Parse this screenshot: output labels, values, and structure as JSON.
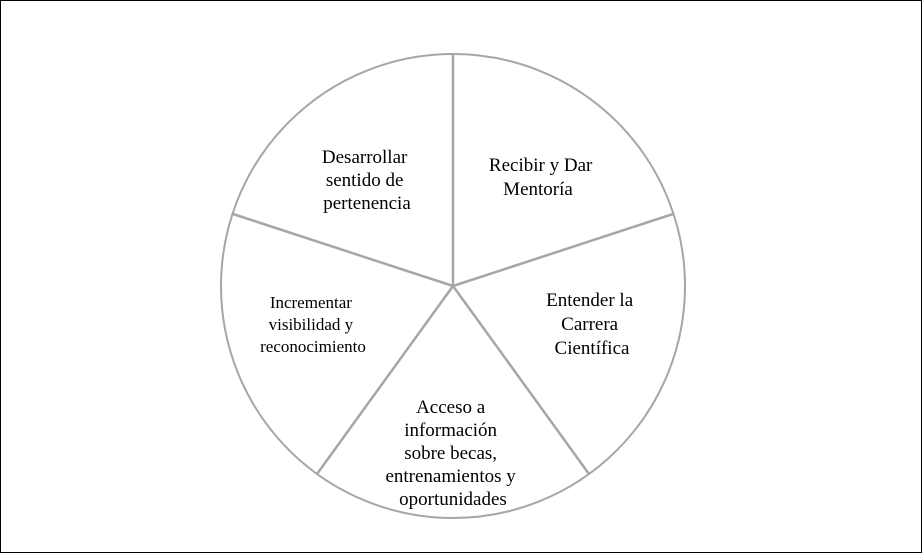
{
  "diagram": {
    "type": "segmented-circle",
    "outline_color": "#a6a6a6",
    "text_color": "#000000",
    "background": "#ffffff",
    "segments": [
      {
        "id": "recibir-mentoria",
        "lines": [
          "Recibir y Dar",
          "Mentoría"
        ]
      },
      {
        "id": "entender-carrera",
        "lines": [
          "Entender la",
          "Carrera",
          "Científica"
        ]
      },
      {
        "id": "acceso-informacion",
        "lines": [
          "Acceso a",
          "información",
          "sobre becas,",
          "entrenamientos y",
          "oportunidades"
        ]
      },
      {
        "id": "incrementar-visibilidad",
        "lines": [
          "Incrementar",
          "visibilidad y",
          "reconocimiento"
        ]
      },
      {
        "id": "desarrollar-pertenencia",
        "lines": [
          "Desarrollar",
          "sentido de",
          "pertenencia"
        ]
      }
    ]
  }
}
